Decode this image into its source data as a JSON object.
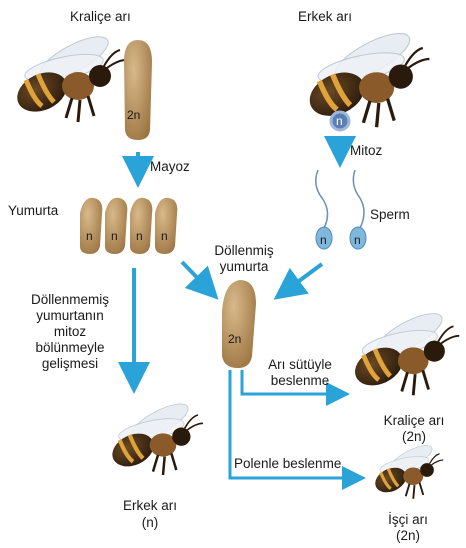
{
  "labels": {
    "queen_top": "Kraliçe arı",
    "drone_top": "Erkek arı",
    "chromosome_2n": "2n",
    "chromosome_n": "n",
    "meiosis": "Mayoz",
    "mitosis": "Mitoz",
    "egg": "Yumurta",
    "sperm": "Sperm",
    "fertilized_1": "Döllenmiş",
    "fertilized_2": "yumurta",
    "unfert_1": "Döllenmemiş",
    "unfert_2": "yumurtanın",
    "unfert_3": "mitoz",
    "unfert_4": "bölünmeyle",
    "unfert_5": "gelişmesi",
    "royal_jelly_1": "Arı sütüyle",
    "royal_jelly_2": "beslenme",
    "pollen": "Polenle beslenme",
    "queen_result_1": "Kraliçe arı",
    "queen_result_2": "(2n)",
    "worker_1": "İşçi arı",
    "worker_2": "(2n)",
    "drone_result_1": "Erkek arı",
    "drone_result_2": "(n)"
  },
  "colors": {
    "arrow": "#2aa3d8",
    "cell": "#b8935c",
    "cell_dark": "#7d5c30",
    "sperm": "#6fb1d8",
    "bee_body": "#3a2a18",
    "bee_stripe": "#e0a23a"
  },
  "icons": [
    "queen-bee-icon",
    "drone-bee-icon",
    "worker-bee-icon",
    "egg-cell-icon",
    "sperm-cell-icon",
    "nucleus-icon"
  ]
}
